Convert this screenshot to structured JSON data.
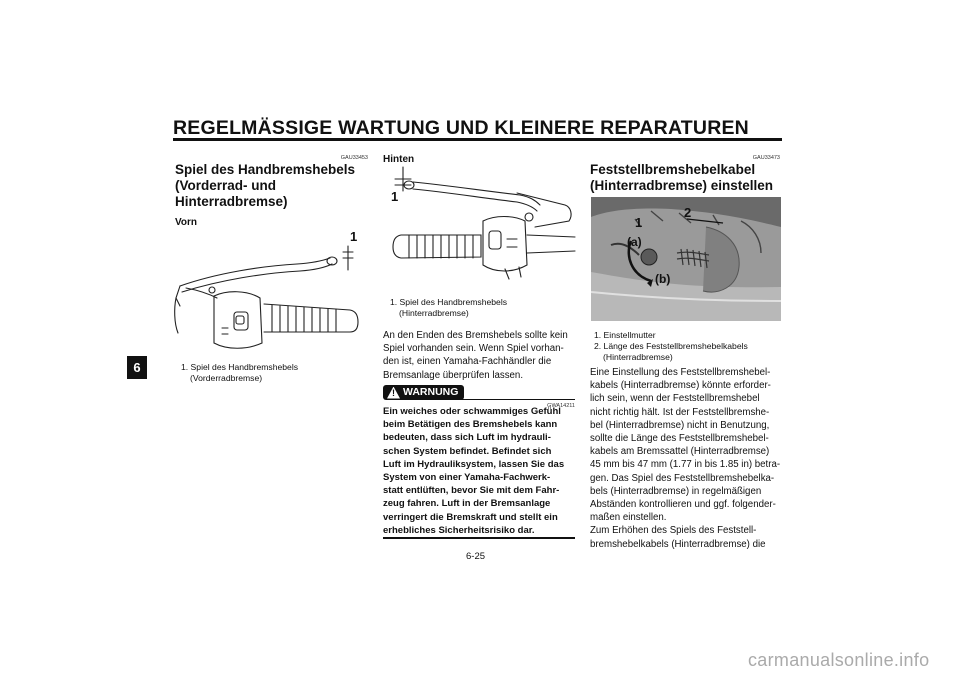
{
  "header": {
    "title": "REGELMÄSSIGE WARTUNG UND KLEINERE REPARATUREN"
  },
  "chapter_tab": "6",
  "left": {
    "code": "GAU33453",
    "title_lines": [
      "Spiel des Handbremshebels",
      "(Vorderrad- und",
      "Hinterradbremse)"
    ],
    "subheading": "Vorn",
    "figure_label": "1",
    "caption_lines": [
      "1. Spiel des Handbremshebels",
      "(Vorderradbremse)"
    ]
  },
  "middle": {
    "subheading": "Hinten",
    "figure_label": "1",
    "caption_lines": [
      "1. Spiel des Handbremshebels",
      "(Hinterradbremse)"
    ],
    "body_lines": [
      "An den Enden des Bremshebels sollte kein",
      "Spiel vorhanden sein. Wenn Spiel vorhan-",
      "den ist, einen Yamaha-Fachhändler die",
      "Bremsanlage überprüfen lassen."
    ],
    "warning_label": "WARNUNG",
    "warning_code": "GWA14211",
    "warning_lines": [
      "Ein weiches oder schwammiges Gefühl",
      "beim Betätigen des Bremshebels kann",
      "bedeuten, dass sich Luft im hydrauli-",
      "schen System befindet. Befindet sich",
      "Luft im Hydrauliksystem, lassen Sie das",
      "System von einer Yamaha-Fachwerk-",
      "statt entlüften, bevor Sie mit dem Fahr-",
      "zeug fahren. Luft in der Bremsanlage",
      "verringert die Bremskraft und stellt ein",
      "erhebliches Sicherheitsrisiko dar."
    ]
  },
  "right": {
    "code": "GAU33473",
    "title_lines": [
      "Feststellbremshebelkabel",
      "(Hinterradbremse) einstellen"
    ],
    "figure_labels": [
      "1",
      "2",
      "(a)",
      "(b)"
    ],
    "caption_lines": [
      "1. Einstellmutter",
      "2. Länge des Feststellbremshebelkabels",
      "(Hinterradbremse)"
    ],
    "body_lines": [
      "Eine Einstellung des Feststellbremshebel-",
      "kabels (Hinterradbremse) könnte erforder-",
      "lich sein, wenn der Feststellbremshebel",
      "nicht richtig hält. Ist der Feststellbremshe-",
      "bel (Hinterradbremse) nicht in Benutzung,",
      "sollte die Länge des Feststellbremshebel-",
      "kabels am Bremssattel (Hinterradbremse)",
      "45 mm bis 47 mm (1.77 in bis 1.85 in) betra-",
      "gen. Das Spiel des Feststellbremshebelka-",
      "bels (Hinterradbremse) in regelmäßigen",
      "Abständen kontrollieren und ggf. folgender-",
      "maßen einstellen.",
      "Zum Erhöhen des Spiels des Feststell-",
      "bremshebelkabels (Hinterradbremse) die"
    ]
  },
  "page_number": "6-25",
  "watermark": "carmanualsonline.info"
}
